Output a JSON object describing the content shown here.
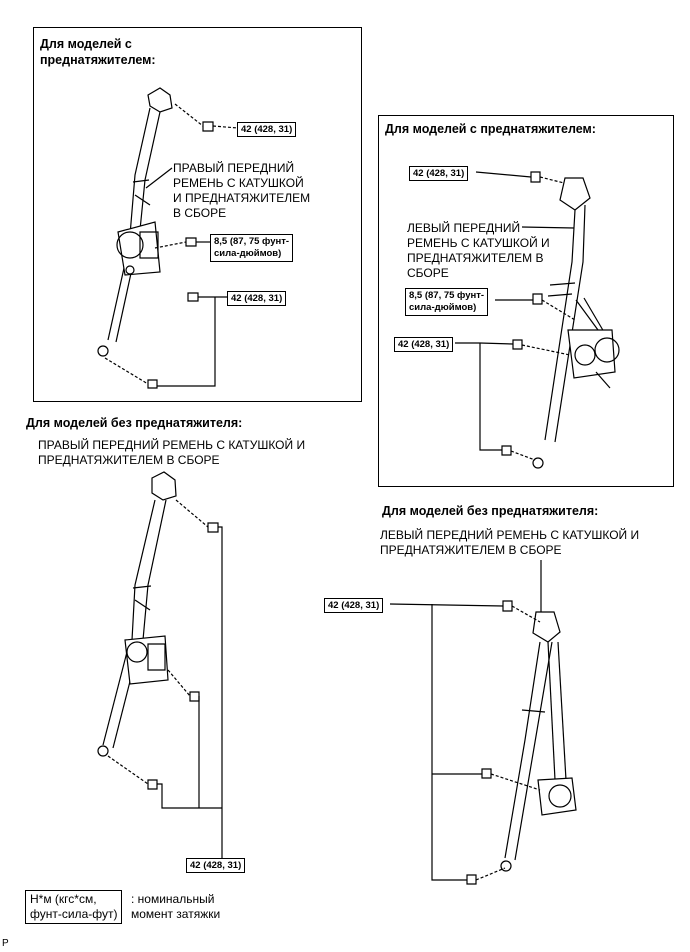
{
  "sections": {
    "right_with": {
      "header_line1": "Для моделей с",
      "header_line2": "преднатяжителем:",
      "part_label": [
        "ПРАВЫЙ ПЕРЕДНИЙ",
        "РЕМЕНЬ С КАТУШКОЙ",
        "И ПРЕДНАТЯЖИТЕЛЕМ",
        "В СБОРЕ"
      ],
      "torque_upper": "42 (428, 31)",
      "torque_mid_line1": "8,5 (87, 75 фунт-",
      "torque_mid_line2": "сила-дюймов)",
      "torque_lower": "42 (428, 31)"
    },
    "left_with": {
      "header": "Для моделей с преднатяжителем:",
      "part_label": [
        "ЛЕВЫЙ ПЕРЕДНИЙ",
        "РЕМЕНЬ С КАТУШКОЙ И",
        "ПРЕДНАТЯЖИТЕЛЕМ В",
        "СБОРЕ"
      ],
      "torque_upper": "42 (428, 31)",
      "torque_mid_line1": "8,5 (87, 75 фунт-",
      "torque_mid_line2": "сила-дюймов)",
      "torque_lower": "42 (428, 31)"
    },
    "right_without": {
      "header": "Для моделей без преднатяжителя:",
      "part_label": [
        "ПРАВЫЙ ПЕРЕДНИЙ РЕМЕНЬ С КАТУШКОЙ И",
        "ПРЕДНАТЯЖИТЕЛЕМ В СБОРЕ"
      ],
      "torque": "42 (428, 31)"
    },
    "left_without": {
      "header": "Для моделей без преднатяжителя:",
      "part_label": [
        "ЛЕВЫЙ ПЕРЕДНИЙ РЕМЕНЬ С КАТУШКОЙ И",
        "ПРЕДНАТЯЖИТЕЛЕМ В СБОРЕ"
      ],
      "torque": "42 (428, 31)"
    }
  },
  "legend": {
    "unit_line1": "Н*м (кгс*см,",
    "unit_line2": "фунт-сила-фут)",
    "desc_line1": ": номинальный",
    "desc_line2": "момент затяжки"
  },
  "corner_mark": "P"
}
